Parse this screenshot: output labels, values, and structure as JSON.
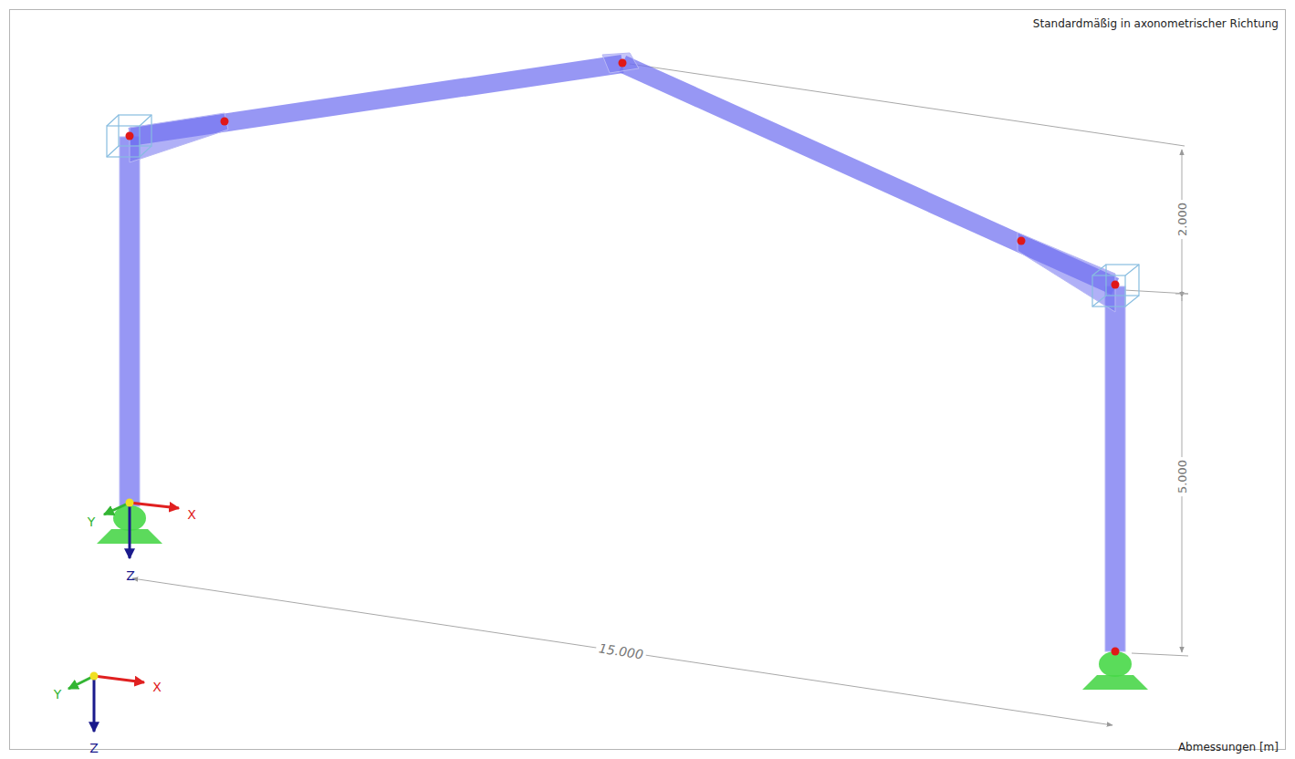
{
  "diagram": {
    "labels": [
      "Standardmäßig in axonometrischer Richtung",
      "2.000",
      "5.000",
      "15.000",
      "X",
      "Y",
      "Z",
      "X",
      "Y",
      "Z",
      "Abmessungen [m]"
    ]
  }
}
